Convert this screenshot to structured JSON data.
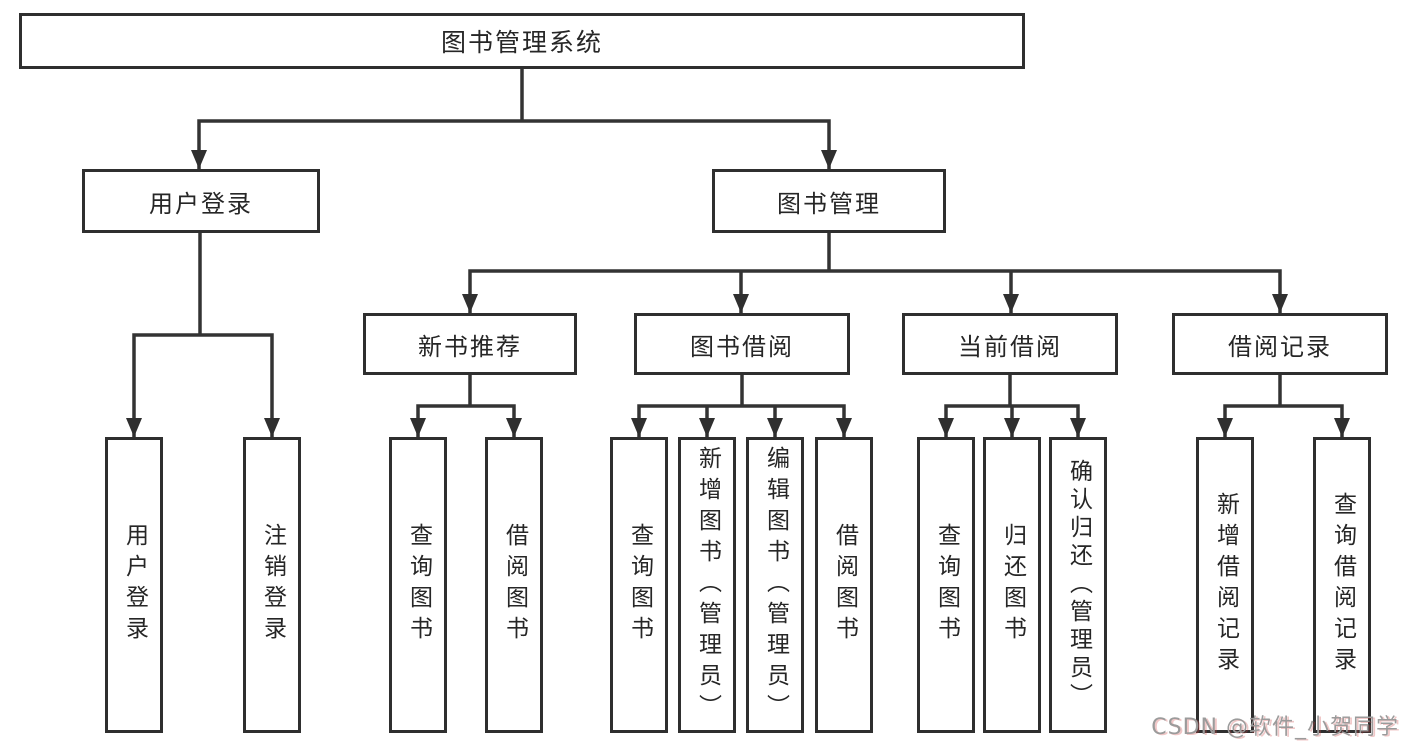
{
  "diagram": {
    "root": {
      "label": "图书管理系统"
    },
    "branches": [
      {
        "label": "用户登录",
        "children": [
          {
            "label": "用户登录"
          },
          {
            "label": "注销登录"
          }
        ]
      },
      {
        "label": "图书管理",
        "children": [
          {
            "label": "新书推荐",
            "children": [
              {
                "label": "查询图书"
              },
              {
                "label": "借阅图书"
              }
            ]
          },
          {
            "label": "图书借阅",
            "children": [
              {
                "label": "查询图书"
              },
              {
                "label": "新增图书（管理员）"
              },
              {
                "label": "编辑图书（管理员）"
              },
              {
                "label": "借阅图书"
              }
            ]
          },
          {
            "label": "当前借阅",
            "children": [
              {
                "label": "查询图书"
              },
              {
                "label": "归还图书"
              },
              {
                "label": "确认归还（管理员）"
              }
            ]
          },
          {
            "label": "借阅记录",
            "children": [
              {
                "label": "新增借阅记录"
              },
              {
                "label": "查询借阅记录"
              }
            ]
          }
        ]
      }
    ]
  },
  "watermark": {
    "text": "CSDN @软件_小贺同学"
  },
  "colors": {
    "line": "#333333",
    "box_border": "#2f2f2f",
    "text": "#262626",
    "watermark": "#9b9b9b",
    "background": "#ffffff"
  }
}
